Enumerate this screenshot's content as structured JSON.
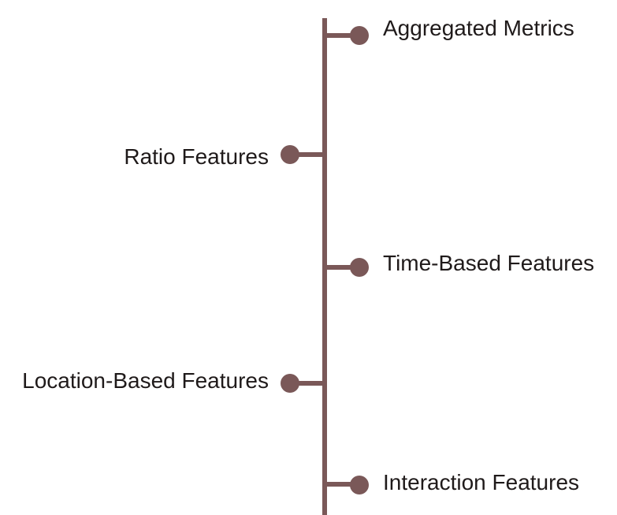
{
  "diagram": {
    "type": "vertical-timeline",
    "accent_color": "#7a5858",
    "items": [
      {
        "label": "Aggregated Metrics",
        "side": "right"
      },
      {
        "label": "Ratio Features",
        "side": "left"
      },
      {
        "label": "Time-Based Features",
        "side": "right"
      },
      {
        "label": "Location-Based Features",
        "side": "left"
      },
      {
        "label": "Interaction Features",
        "side": "right"
      }
    ]
  }
}
